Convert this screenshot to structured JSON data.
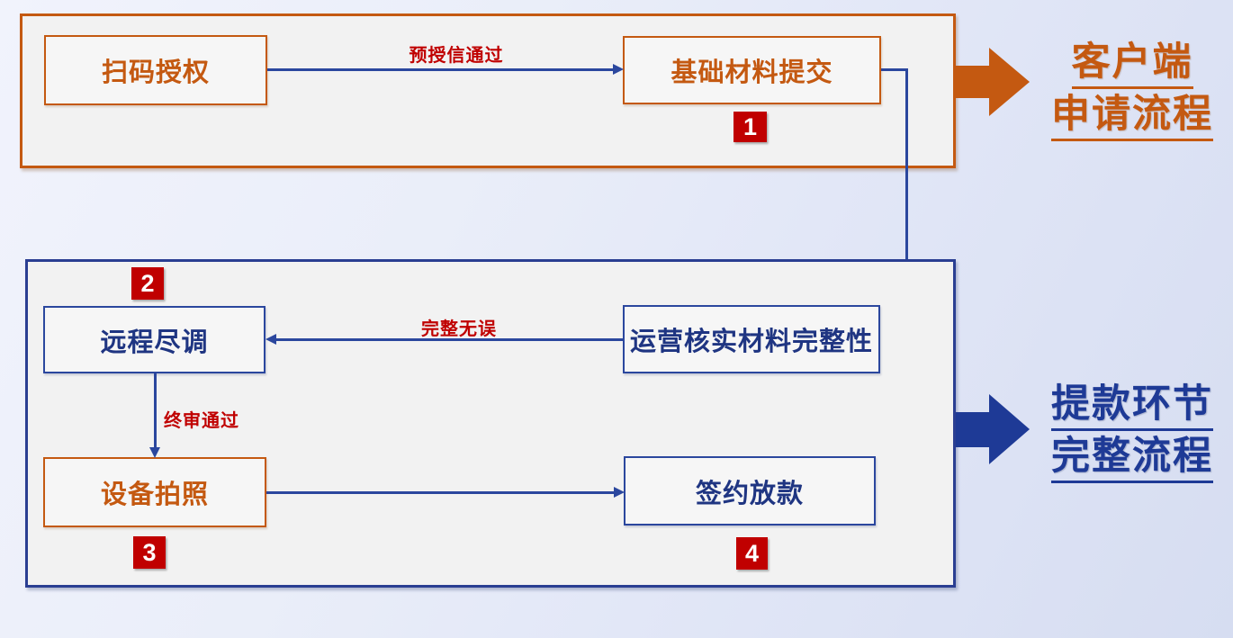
{
  "palette": {
    "orange": "#C45911",
    "blue": "#2B479E",
    "blue_dark": "#1E3A96",
    "navy_text": "#1F3582",
    "red": "#C00000",
    "panel_fill": "#F2F2F2"
  },
  "client_section": {
    "nodes": {
      "scan_auth": {
        "label": "扫码授权"
      },
      "basic_materials": {
        "label": "基础材料提交",
        "badge": "1"
      }
    },
    "edges": {
      "pre_credit": {
        "label": "预授信通过"
      }
    },
    "side_label": {
      "line1": "客户端",
      "line2": "申请流程"
    }
  },
  "withdraw_section": {
    "nodes": {
      "ops_verify": {
        "label": "运营核实材料完整性"
      },
      "remote_dd": {
        "label": "远程尽调",
        "badge": "2"
      },
      "device_photo": {
        "label": "设备拍照",
        "badge": "3"
      },
      "sign_disburse": {
        "label": "签约放款",
        "badge": "4"
      }
    },
    "edges": {
      "complete_ok": {
        "label": "完整无误"
      },
      "final_approved": {
        "label": "终审通过"
      }
    },
    "side_label": {
      "line1": "提款环节",
      "line2": "完整流程"
    }
  }
}
